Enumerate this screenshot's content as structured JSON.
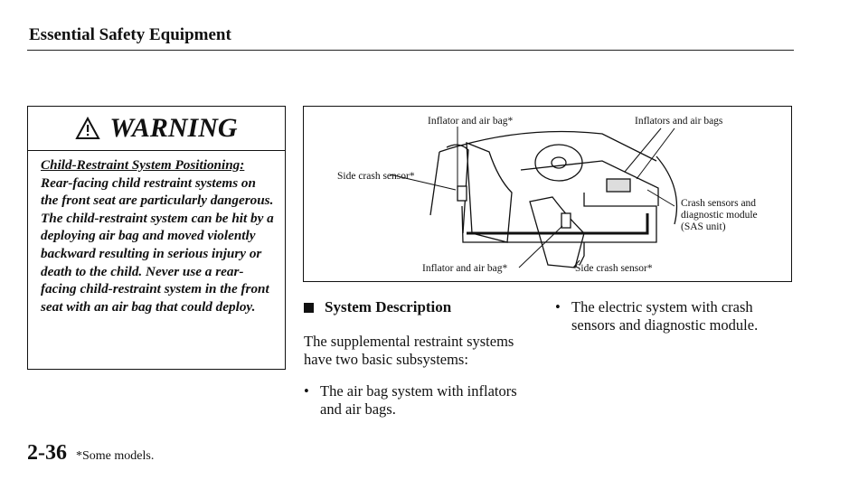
{
  "header": {
    "title": "Essential Safety Equipment"
  },
  "warning": {
    "title": "WARNING",
    "heading": "Child-Restraint System Positioning:",
    "text": "Rear-facing child restraint systems on the front seat are particularly dangerous. The child-restraint system can be hit by a deploying air bag and moved violently backward resulting in serious injury or death to the child. Never use a rear-facing child-restraint system in the front seat with an air bag that could deploy."
  },
  "diagram": {
    "labels": {
      "inflator_top": "Inflator and air bag*",
      "inflators_bags": "Inflators and air bags",
      "side_sensor_left": "Side crash sensor*",
      "crash_sensors_1": "Crash sensors and",
      "crash_sensors_2": "diagnostic module",
      "crash_sensors_3": "(SAS unit)",
      "inflator_bottom": "Inflator and air bag*",
      "side_sensor_bottom": "Side crash sensor*"
    }
  },
  "section": {
    "heading": "System Description",
    "paragraph": "The supplemental restraint systems have two basic subsystems:",
    "bullets": [
      "The air bag system with inflators and air bags.",
      "The electric system with crash sensors and diagnostic module."
    ]
  },
  "footer": {
    "page_number": "2-36",
    "footnote": "*Some models."
  }
}
